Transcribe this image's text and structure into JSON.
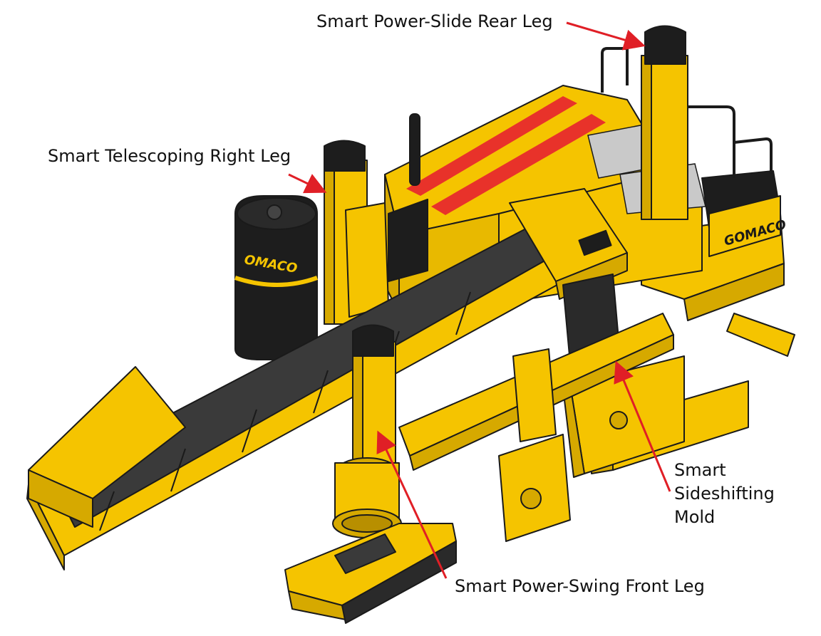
{
  "labels": {
    "rear_leg": "Smart Power-Slide Rear Leg",
    "right_leg": "Smart Telescoping Right Leg",
    "mold_line1": "Smart",
    "mold_line2": "Sideshifting",
    "mold_line3": "Mold",
    "front_leg": "Smart Power-Swing Front Leg"
  },
  "branding": {
    "machine_brand": "GOMACO",
    "tank_brand": "OMACO"
  },
  "colors": {
    "machine_yellow": "#f5c400",
    "machine_yellow_dark": "#d6a900",
    "machine_yellow_shadow": "#b88f00",
    "belt_dark": "#3a3a3a",
    "black_part": "#1d1d1d",
    "stripe_red": "#e8322a",
    "arrow_red": "#e01f26",
    "outline": "#1a1a1a",
    "text": "#111111"
  }
}
